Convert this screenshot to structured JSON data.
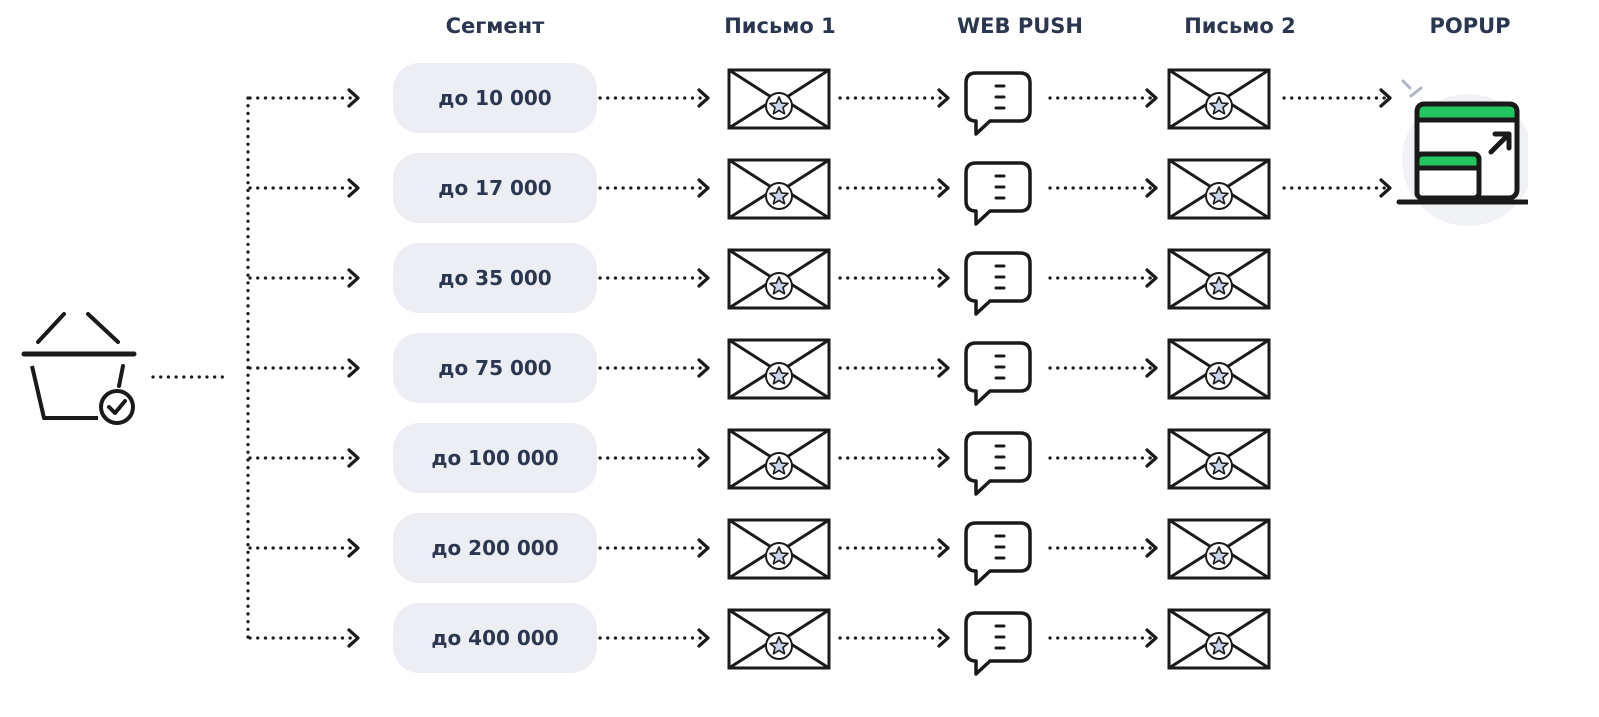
{
  "headers": {
    "segment": "Сегмент",
    "letter1": "Письмо 1",
    "webpush": "WEB PUSH",
    "letter2": "Письмо 2",
    "popup": "POPUP"
  },
  "segments": [
    {
      "label": "до 10 000",
      "has_popup": true
    },
    {
      "label": "до 17 000",
      "has_popup": true
    },
    {
      "label": "до 35 000",
      "has_popup": false
    },
    {
      "label": "до 75 000",
      "has_popup": false
    },
    {
      "label": "до 100 000",
      "has_popup": false
    },
    {
      "label": "до 200 000",
      "has_popup": false
    },
    {
      "label": "до 400 000",
      "has_popup": false
    }
  ],
  "icons": {
    "source": "basket-check-icon",
    "letter": "envelope-star-icon",
    "push": "chat-bubble-icon",
    "popup": "popup-window-icon"
  },
  "colors": {
    "text": "#2b3750",
    "pill": "#eceef3",
    "stroke": "#1a1a1a",
    "star": "#c9d3ea",
    "accent": "#22c55e"
  }
}
